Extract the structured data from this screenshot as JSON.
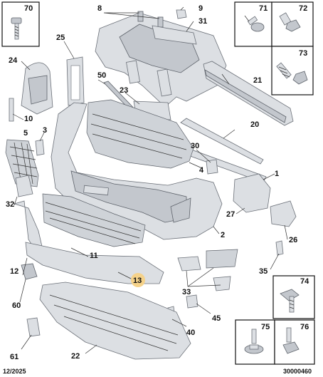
{
  "diagram": {
    "footer_date": "12/2025",
    "footer_code": "30000460",
    "callouts": [
      {
        "id": "c70",
        "label": "70"
      },
      {
        "id": "c8",
        "label": "8"
      },
      {
        "id": "c9",
        "label": "9"
      },
      {
        "id": "c31",
        "label": "31"
      },
      {
        "id": "c71",
        "label": "71"
      },
      {
        "id": "c72",
        "label": "72"
      },
      {
        "id": "c73",
        "label": "73"
      },
      {
        "id": "c25",
        "label": "25"
      },
      {
        "id": "c24",
        "label": "24"
      },
      {
        "id": "c21",
        "label": "21"
      },
      {
        "id": "c50",
        "label": "50"
      },
      {
        "id": "c23",
        "label": "23"
      },
      {
        "id": "c10",
        "label": "10"
      },
      {
        "id": "c20",
        "label": "20"
      },
      {
        "id": "c3",
        "label": "3"
      },
      {
        "id": "c5",
        "label": "5"
      },
      {
        "id": "c30",
        "label": "30"
      },
      {
        "id": "c4",
        "label": "4"
      },
      {
        "id": "c1",
        "label": "1"
      },
      {
        "id": "c32",
        "label": "32"
      },
      {
        "id": "c27",
        "label": "27"
      },
      {
        "id": "c26",
        "label": "26"
      },
      {
        "id": "c2",
        "label": "2"
      },
      {
        "id": "c11",
        "label": "11"
      },
      {
        "id": "c12",
        "label": "12"
      },
      {
        "id": "c35",
        "label": "35"
      },
      {
        "id": "c13",
        "label": "13"
      },
      {
        "id": "c74",
        "label": "74"
      },
      {
        "id": "c33",
        "label": "33"
      },
      {
        "id": "c60",
        "label": "60"
      },
      {
        "id": "c45",
        "label": "45"
      },
      {
        "id": "c40",
        "label": "40"
      },
      {
        "id": "c75",
        "label": "75"
      },
      {
        "id": "c76",
        "label": "76"
      },
      {
        "id": "c61",
        "label": "61"
      },
      {
        "id": "c22",
        "label": "22"
      }
    ]
  }
}
